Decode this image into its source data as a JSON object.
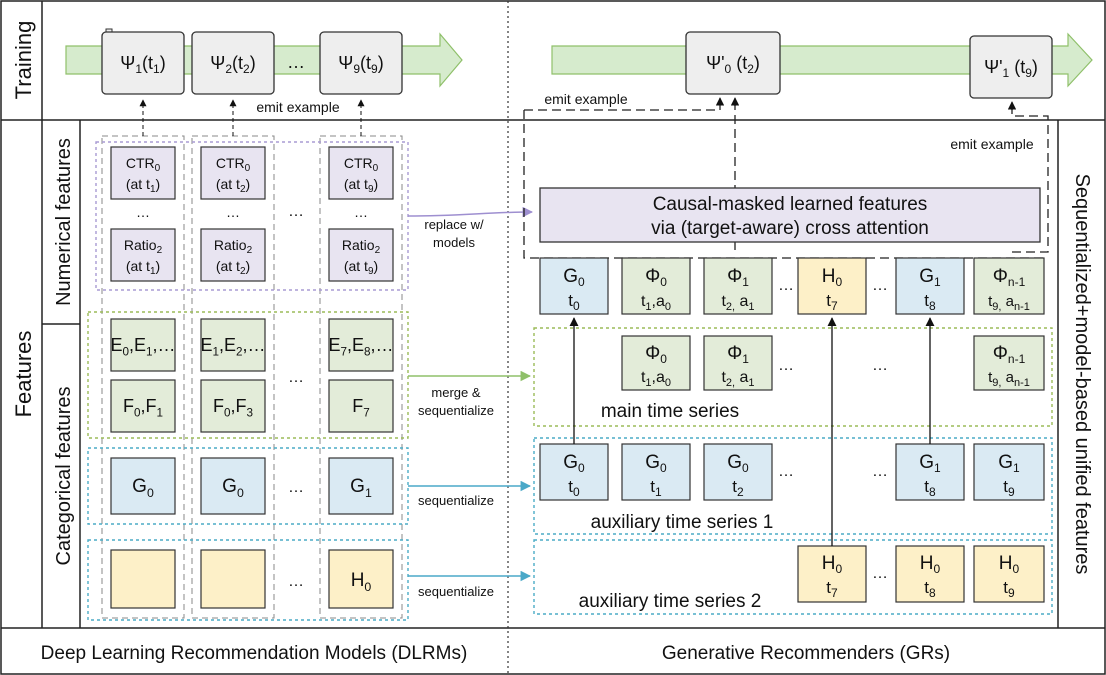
{
  "labels": {
    "training": "Training",
    "features": "Features",
    "numerical": "Numerical features",
    "categorical": "Categorical features",
    "right_side": "Sequentialized+model-based unified features",
    "bottom_left": "Deep Learning Recommendation Models (DLRMs)",
    "bottom_right": "Generative Recommenders (GRs)",
    "emit_example": "emit example",
    "replace_models_1": "replace w/",
    "replace_models_2": "models",
    "merge_1": "merge &",
    "merge_2": "sequentialize",
    "sequentialize": "sequentialize",
    "causal_1": "Causal-masked learned features",
    "causal_2": "via (target-aware) cross attention",
    "main_series": "main time series",
    "aux_series_1": "auxiliary time series 1",
    "aux_series_2": "auxiliary time series 2",
    "ellipsis": "…"
  },
  "left_training": [
    {
      "main": "Ψ",
      "sub": "1",
      "arg": "(t",
      "argsub": "1",
      "close": ")"
    },
    {
      "main": "Ψ",
      "sub": "2",
      "arg": "(t",
      "argsub": "2",
      "close": ")"
    },
    {
      "main": "Ψ",
      "sub": "9",
      "arg": "(t",
      "argsub": "9",
      "close": ")"
    }
  ],
  "right_training": [
    {
      "main": "Ψ'",
      "sub": "0",
      "arg": " (t",
      "argsub": "2",
      "close": ")"
    },
    {
      "main": "Ψ'",
      "sub": "1",
      "arg": " (t",
      "argsub": "9",
      "close": ")"
    }
  ],
  "numerical_cells": [
    {
      "a": "CTR",
      "a_sub": "0",
      "b": "(at t",
      "b_sub": "1",
      "b_close": ")",
      "c": "Ratio",
      "c_sub": "2",
      "d": "(at t",
      "d_sub": "1",
      "d_close": ")"
    },
    {
      "a": "CTR",
      "a_sub": "0",
      "b": "(at t",
      "b_sub": "2",
      "b_close": ")",
      "c": "Ratio",
      "c_sub": "2",
      "d": "(at t",
      "d_sub": "2",
      "d_close": ")"
    },
    {
      "a": "CTR",
      "a_sub": "0",
      "b": "(at t",
      "b_sub": "9",
      "b_close": ")",
      "c": "Ratio",
      "c_sub": "2",
      "d": "(at t",
      "d_sub": "9",
      "d_close": ")"
    }
  ],
  "e_cells": [
    "E0,E1,…",
    "E1,E2,…",
    "E7,E8,…"
  ],
  "f_cells": [
    "F0,F1",
    "F0,F3",
    "F7"
  ],
  "g_cells": [
    "G0",
    "G0",
    "G1"
  ],
  "h_cells": [
    "",
    "",
    "H0"
  ],
  "colors": {
    "blue": "#daeaf3",
    "green": "#e3ecd9",
    "yellow": "#fdf0c8",
    "purple": "#e8e4f1",
    "gray": "#eeeeee",
    "arrow_green": "#d6ebcd",
    "dash_purple": "#a99bd3",
    "dash_green": "#9bbb59",
    "dash_blue": "#4bacc6",
    "line_purple": "#9e8fd0",
    "line_green": "#8fc06a",
    "line_blue": "#4aa8c8"
  }
}
